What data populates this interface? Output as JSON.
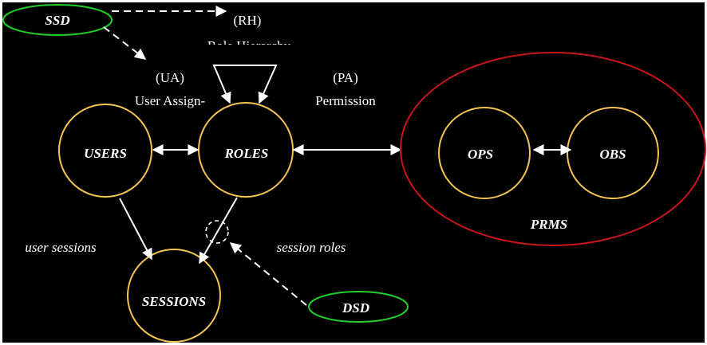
{
  "colors": {
    "background": "#000000",
    "node_stroke": "#f5c451",
    "ssd_dsd_stroke": "#1fcf2a",
    "prms_stroke": "#c8141b",
    "line": "#ffffff"
  },
  "nodes": {
    "users": "USERS",
    "roles": "ROLES",
    "sessions": "SESSIONS",
    "ops": "OPS",
    "obs": "OBS",
    "prms": "PRMS",
    "ssd": "SSD",
    "dsd": "DSD"
  },
  "labels": {
    "rh_abbr": "(RH)",
    "rh_text": "Role Hierarchy",
    "ua_abbr": "(UA)",
    "ua_text": "User Assign-",
    "pa_abbr": "(PA)",
    "pa_text": "Permission",
    "user_sessions": "user  sessions",
    "session_roles": "session  roles"
  }
}
